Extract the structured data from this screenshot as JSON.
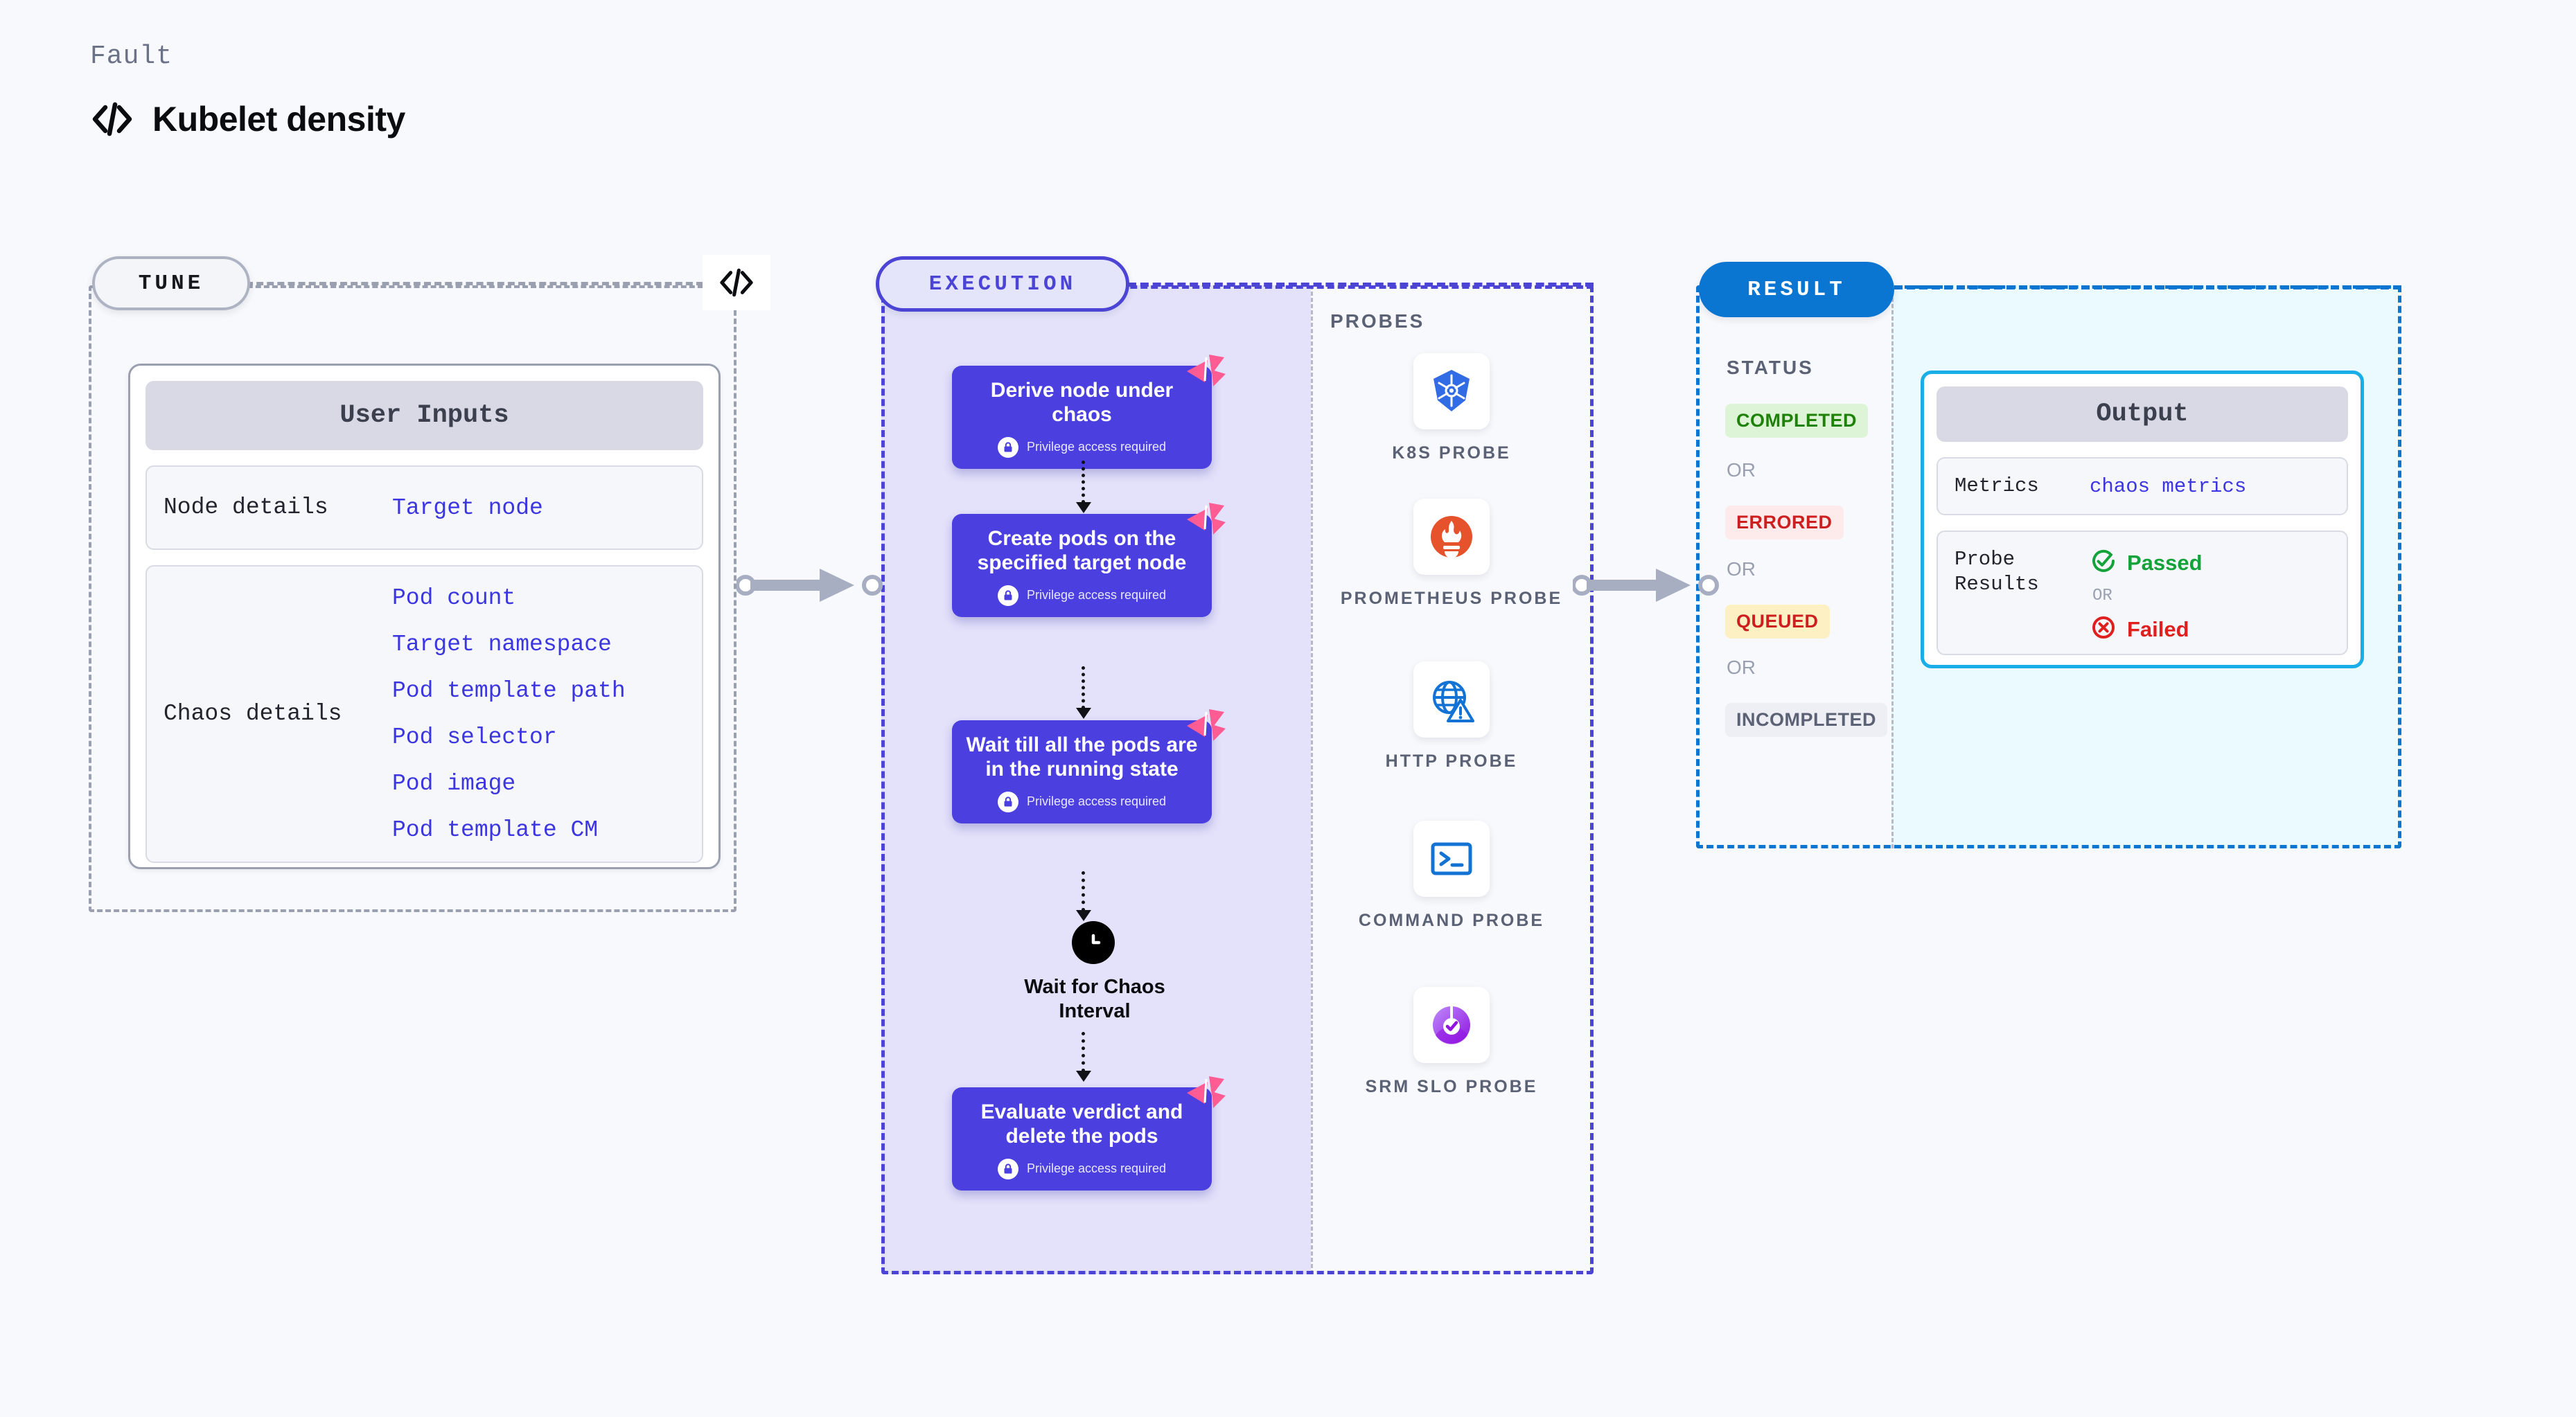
{
  "header": {
    "eyebrow": "Fault",
    "title": "Kubelet density",
    "code_icon": "code-brackets-icon"
  },
  "tune": {
    "pill_label": "TUNE",
    "card_title": "User Inputs",
    "groups": [
      {
        "label": "Node details",
        "values": [
          "Target node"
        ]
      },
      {
        "label": "Chaos details",
        "values": [
          "Pod count",
          "Target namespace",
          "Pod template path",
          "Pod selector",
          "Pod image",
          "Pod template CM"
        ]
      }
    ]
  },
  "execution": {
    "pill_label": "EXECUTION",
    "privilege_note": "Privilege access required",
    "steps": [
      {
        "title": "Derive node under chaos",
        "privileged": true
      },
      {
        "title": "Create pods on the specified target node",
        "privileged": true
      },
      {
        "title": "Wait till all the pods are in the running state",
        "privileged": true
      },
      {
        "title": "Evaluate verdict and delete the pods",
        "privileged": true
      }
    ],
    "wait_node": {
      "label": "Wait for Chaos Interval",
      "icon": "clock-icon"
    }
  },
  "probes": {
    "title": "PROBES",
    "items": [
      {
        "name": "K8S PROBE",
        "icon": "kubernetes-icon"
      },
      {
        "name": "PROMETHEUS PROBE",
        "icon": "prometheus-icon"
      },
      {
        "name": "HTTP PROBE",
        "icon": "globe-warning-icon"
      },
      {
        "name": "COMMAND PROBE",
        "icon": "terminal-icon"
      },
      {
        "name": "SRM SLO PROBE",
        "icon": "srm-slo-icon"
      }
    ]
  },
  "result": {
    "pill_label": "RESULT",
    "status_title": "STATUS",
    "or_label": "OR",
    "statuses": [
      {
        "label": "COMPLETED",
        "bg": "#ddf5d6",
        "fg": "#1e8209"
      },
      {
        "label": "ERRORED",
        "bg": "#fdeaea",
        "fg": "#cc1f1f"
      },
      {
        "label": "QUEUED",
        "bg": "#fdf0c2",
        "fg": "#cc1f1f"
      },
      {
        "label": "INCOMPLETED",
        "bg": "#eeeff4",
        "fg": "#5c6275"
      }
    ],
    "output": {
      "title": "Output",
      "metrics_label": "Metrics",
      "metrics_value": "chaos metrics",
      "probe_results_label": "Probe Results",
      "passed_label": "Passed",
      "failed_label": "Failed",
      "or_label": "OR",
      "passed_color": "#14a33a",
      "failed_color": "#e01f1f"
    }
  },
  "colors": {
    "indigo": "#4b3fe0",
    "blue": "#0b76d1",
    "cyan": "#19aee8",
    "pink_ribbon": "#ff5c93",
    "gray_dash": "#9aa0b0",
    "page_bg": "#f8f9fc"
  }
}
